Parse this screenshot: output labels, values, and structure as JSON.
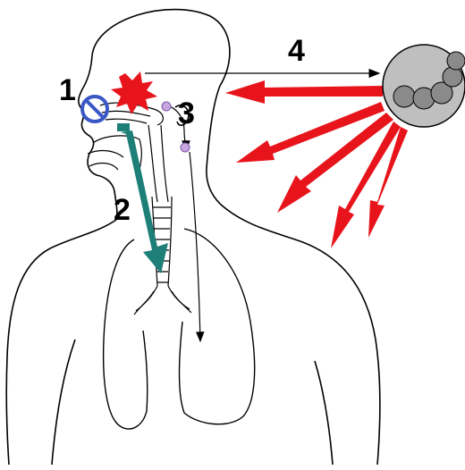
{
  "labels": {
    "step1": "1",
    "step2": "2",
    "step3": "3",
    "step4": "4"
  },
  "colors": {
    "outline": "#000000",
    "red_arrow": "#e8141b",
    "teal_arrow": "#1e7f78",
    "blocked_sign": "#3a57c8",
    "droplet": "#c8a6e0",
    "droplet_edge": "#7a5aa8",
    "particle_fill": "#bfbfbf",
    "particle_inner": "#8a8a8a",
    "burst": "#e8141b"
  },
  "icons": {
    "blocked": "prohibition-sign-icon",
    "irritation": "starburst-icon",
    "particle": "particle-cluster-icon"
  }
}
